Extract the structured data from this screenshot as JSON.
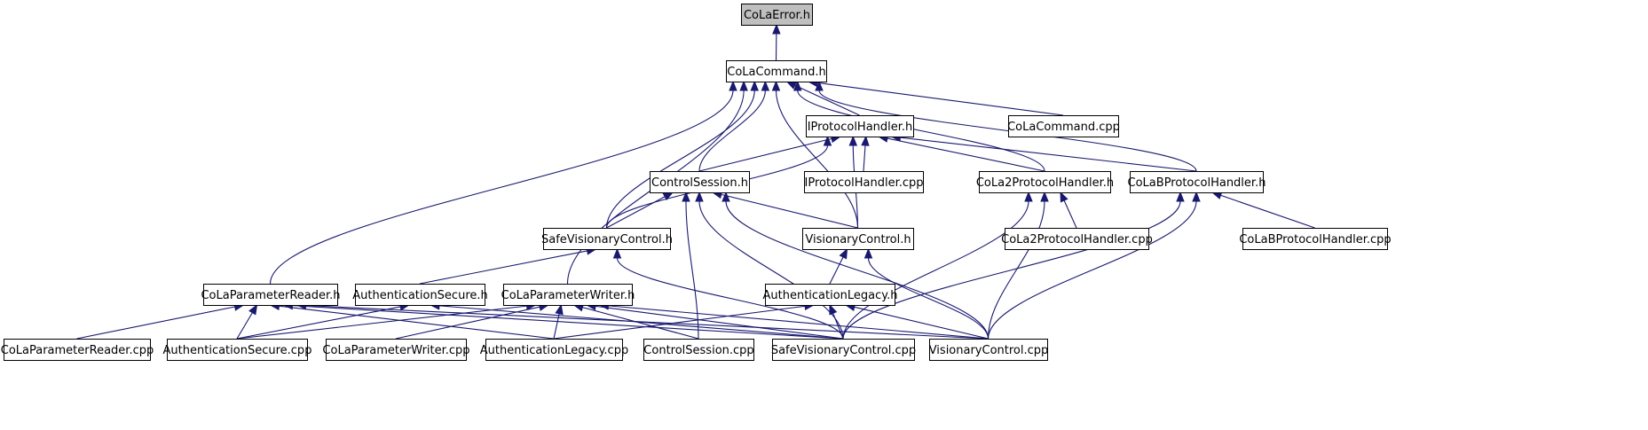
{
  "title": "CoLaError.h include dependency graph",
  "colors": {
    "edge": "#191970",
    "root_fill": "#bfbfbf",
    "node_fill": "#ffffff",
    "border": "#000000"
  },
  "nodes": [
    {
      "id": "CoLaError_h",
      "label": "CoLaError.h",
      "root": true
    },
    {
      "id": "CoLaCommand_h",
      "label": "CoLaCommand.h"
    },
    {
      "id": "IProtocolHandler_h",
      "label": "IProtocolHandler.h"
    },
    {
      "id": "CoLaCommand_cpp",
      "label": "CoLaCommand.cpp"
    },
    {
      "id": "ControlSession_h",
      "label": "ControlSession.h"
    },
    {
      "id": "IProtocolHandler_cpp",
      "label": "IProtocolHandler.cpp"
    },
    {
      "id": "CoLa2ProtocolHandler_h",
      "label": "CoLa2ProtocolHandler.h"
    },
    {
      "id": "CoLaBProtocolHandler_h",
      "label": "CoLaBProtocolHandler.h"
    },
    {
      "id": "SafeVisionaryControl_h",
      "label": "SafeVisionaryControl.h"
    },
    {
      "id": "VisionaryControl_h",
      "label": "VisionaryControl.h"
    },
    {
      "id": "CoLa2ProtocolHandler_cpp",
      "label": "CoLa2ProtocolHandler.cpp"
    },
    {
      "id": "CoLaBProtocolHandler_cpp",
      "label": "CoLaBProtocolHandler.cpp"
    },
    {
      "id": "CoLaParameterReader_h",
      "label": "CoLaParameterReader.h"
    },
    {
      "id": "AuthenticationSecure_h",
      "label": "AuthenticationSecure.h"
    },
    {
      "id": "CoLaParameterWriter_h",
      "label": "CoLaParameterWriter.h"
    },
    {
      "id": "AuthenticationLegacy_h",
      "label": "AuthenticationLegacy.h"
    },
    {
      "id": "CoLaParameterReader_cpp",
      "label": "CoLaParameterReader.cpp"
    },
    {
      "id": "AuthenticationSecure_cpp",
      "label": "AuthenticationSecure.cpp"
    },
    {
      "id": "CoLaParameterWriter_cpp",
      "label": "CoLaParameterWriter.cpp"
    },
    {
      "id": "AuthenticationLegacy_cpp",
      "label": "AuthenticationLegacy.cpp"
    },
    {
      "id": "ControlSession_cpp",
      "label": "ControlSession.cpp"
    },
    {
      "id": "SafeVisionaryControl_cpp",
      "label": "SafeVisionaryControl.cpp"
    },
    {
      "id": "VisionaryControl_cpp",
      "label": "VisionaryControl.cpp"
    }
  ],
  "edges": [
    [
      "CoLaCommand_h",
      "CoLaError_h"
    ],
    [
      "IProtocolHandler_h",
      "CoLaCommand_h"
    ],
    [
      "CoLaCommand_cpp",
      "CoLaCommand_h"
    ],
    [
      "ControlSession_h",
      "CoLaCommand_h"
    ],
    [
      "CoLa2ProtocolHandler_h",
      "CoLaCommand_h"
    ],
    [
      "CoLaBProtocolHandler_h",
      "CoLaCommand_h"
    ],
    [
      "SafeVisionaryControl_h",
      "CoLaCommand_h"
    ],
    [
      "VisionaryControl_h",
      "CoLaCommand_h"
    ],
    [
      "CoLaParameterReader_h",
      "CoLaCommand_h"
    ],
    [
      "CoLaParameterWriter_h",
      "CoLaCommand_h"
    ],
    [
      "ControlSession_h",
      "IProtocolHandler_h"
    ],
    [
      "IProtocolHandler_cpp",
      "IProtocolHandler_h"
    ],
    [
      "CoLa2ProtocolHandler_h",
      "IProtocolHandler_h"
    ],
    [
      "CoLaBProtocolHandler_h",
      "IProtocolHandler_h"
    ],
    [
      "SafeVisionaryControl_h",
      "IProtocolHandler_h"
    ],
    [
      "VisionaryControl_h",
      "IProtocolHandler_h"
    ],
    [
      "SafeVisionaryControl_h",
      "ControlSession_h"
    ],
    [
      "VisionaryControl_h",
      "ControlSession_h"
    ],
    [
      "ControlSession_cpp",
      "ControlSession_h"
    ],
    [
      "SafeVisionaryControl_cpp",
      "ControlSession_h"
    ],
    [
      "VisionaryControl_cpp",
      "ControlSession_h"
    ],
    [
      "CoLa2ProtocolHandler_cpp",
      "CoLa2ProtocolHandler_h"
    ],
    [
      "SafeVisionaryControl_cpp",
      "CoLa2ProtocolHandler_h"
    ],
    [
      "VisionaryControl_cpp",
      "CoLa2ProtocolHandler_h"
    ],
    [
      "CoLaBProtocolHandler_cpp",
      "CoLaBProtocolHandler_h"
    ],
    [
      "SafeVisionaryControl_cpp",
      "CoLaBProtocolHandler_h"
    ],
    [
      "VisionaryControl_cpp",
      "CoLaBProtocolHandler_h"
    ],
    [
      "AuthenticationSecure_h",
      "SafeVisionaryControl_h"
    ],
    [
      "SafeVisionaryControl_cpp",
      "SafeVisionaryControl_h"
    ],
    [
      "AuthenticationLegacy_h",
      "VisionaryControl_h"
    ],
    [
      "VisionaryControl_cpp",
      "VisionaryControl_h"
    ],
    [
      "CoLaParameterReader_cpp",
      "CoLaParameterReader_h"
    ],
    [
      "AuthenticationSecure_cpp",
      "CoLaParameterReader_h"
    ],
    [
      "AuthenticationLegacy_cpp",
      "CoLaParameterReader_h"
    ],
    [
      "SafeVisionaryControl_cpp",
      "CoLaParameterReader_h"
    ],
    [
      "VisionaryControl_cpp",
      "CoLaParameterReader_h"
    ],
    [
      "AuthenticationSecure_cpp",
      "AuthenticationSecure_h"
    ],
    [
      "SafeVisionaryControl_cpp",
      "AuthenticationSecure_h"
    ],
    [
      "AuthenticationSecure_cpp",
      "CoLaParameterWriter_h"
    ],
    [
      "CoLaParameterWriter_cpp",
      "CoLaParameterWriter_h"
    ],
    [
      "AuthenticationLegacy_cpp",
      "CoLaParameterWriter_h"
    ],
    [
      "ControlSession_cpp",
      "CoLaParameterWriter_h"
    ],
    [
      "SafeVisionaryControl_cpp",
      "CoLaParameterWriter_h"
    ],
    [
      "VisionaryControl_cpp",
      "CoLaParameterWriter_h"
    ],
    [
      "AuthenticationLegacy_cpp",
      "AuthenticationLegacy_h"
    ],
    [
      "SafeVisionaryControl_cpp",
      "AuthenticationLegacy_h"
    ],
    [
      "VisionaryControl_cpp",
      "AuthenticationLegacy_h"
    ]
  ]
}
